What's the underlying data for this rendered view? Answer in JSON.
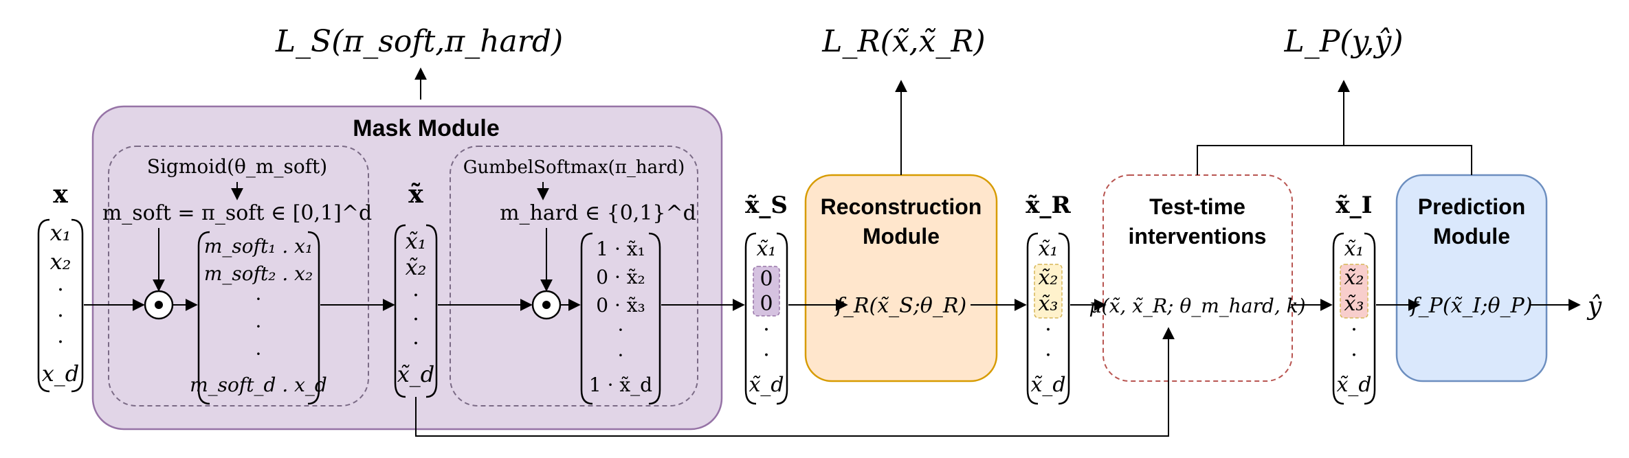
{
  "losses": {
    "sparsity": "L_S(π_soft,π_hard)",
    "reconstruction": "L_R(x̃,x̃_R)",
    "prediction": "L_P(y,ŷ)"
  },
  "input": {
    "label": "x",
    "entries": [
      "x₁",
      "x₂",
      "·",
      "·",
      "·",
      "x_d"
    ]
  },
  "mask_module": {
    "title": "Mask Module",
    "soft_generator": "Sigmoid(θ_m_soft)",
    "soft_mask": "m_soft = π_soft ∈ [0,1]^d",
    "soft_product": [
      "m_soft₁ . x₁",
      "m_soft₂ . x₂",
      "·",
      "·",
      "·",
      "m_soft_d . x_d"
    ],
    "intermediate_label": "x̃",
    "intermediate": [
      "x̃₁",
      "x̃₂",
      "·",
      "·",
      "·",
      "x̃_d"
    ],
    "hard_generator": "GumbelSoftmax(π_hard)",
    "hard_mask": "m_hard ∈ {0,1}^d",
    "hard_product": [
      "1 · x̃₁",
      "0 · x̃₂",
      "0 · x̃₃",
      "·",
      "·",
      "1 · x̃_d"
    ],
    "multiply_symbol": "⊙"
  },
  "selected": {
    "label": "x̃_S",
    "entries": [
      "x̃₁",
      "0",
      "0",
      "·",
      "·",
      "x̃_d"
    ]
  },
  "reconstruction_module": {
    "title_lines": [
      "Reconstruction",
      "Module"
    ],
    "function": "f_R(x̃_S;θ_R)"
  },
  "reconstructed": {
    "label": "x̃_R",
    "entries": [
      "x̃₁",
      "x̃₂",
      "x̃₃",
      "·",
      "·",
      "x̃_d"
    ]
  },
  "interventions": {
    "title_lines": [
      "Test-time",
      "interventions"
    ],
    "function": "μ(x̃, x̃_R; θ_m_hard, k)"
  },
  "intervened": {
    "label": "x̃_I",
    "entries": [
      "x̃₁",
      "x̃₂",
      "x̃₃",
      "·",
      "·",
      "x̃_d"
    ]
  },
  "prediction_module": {
    "title_lines": [
      "Prediction",
      "Module"
    ],
    "function": "f_P(x̃_I;θ_P)"
  },
  "output": {
    "label": "ŷ"
  },
  "colors": {
    "mask_fill": "#e1d5e7",
    "mask_stroke": "#9673a6",
    "reconstruction_fill": "#ffe6cc",
    "reconstruction_stroke": "#d79b00",
    "prediction_fill": "#dae8fc",
    "prediction_stroke": "#6c8ebf",
    "intervention_stroke": "#b85450",
    "zero_highlight": "#d5c2e0",
    "recon_highlight": "#fff2cc",
    "recon_highlight_stroke": "#d6b656",
    "intervened_highlight": "#f8cecc"
  }
}
